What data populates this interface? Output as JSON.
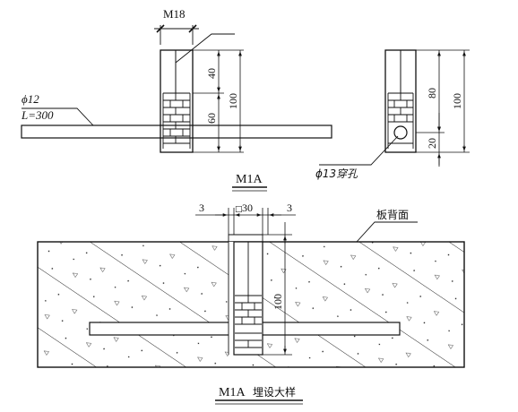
{
  "top_left": {
    "bolt_label": "M18",
    "dim_upper": "40",
    "dim_lower": "60",
    "dim_total": "100",
    "bar_diameter": "ϕ12",
    "bar_length": "L=300"
  },
  "top_right": {
    "dim_upper": "80",
    "dim_lower": "20",
    "dim_total": "100",
    "hole_label": "ϕ13穿孔"
  },
  "upper_title": "M1A",
  "detail": {
    "width_label": "30",
    "width_symbol": "□",
    "gap_left": "3",
    "gap_right": "3",
    "depth_label": "100",
    "surface_label": "板背面"
  },
  "bottom_title_code": "M1A",
  "bottom_title_text": "埋设大样"
}
